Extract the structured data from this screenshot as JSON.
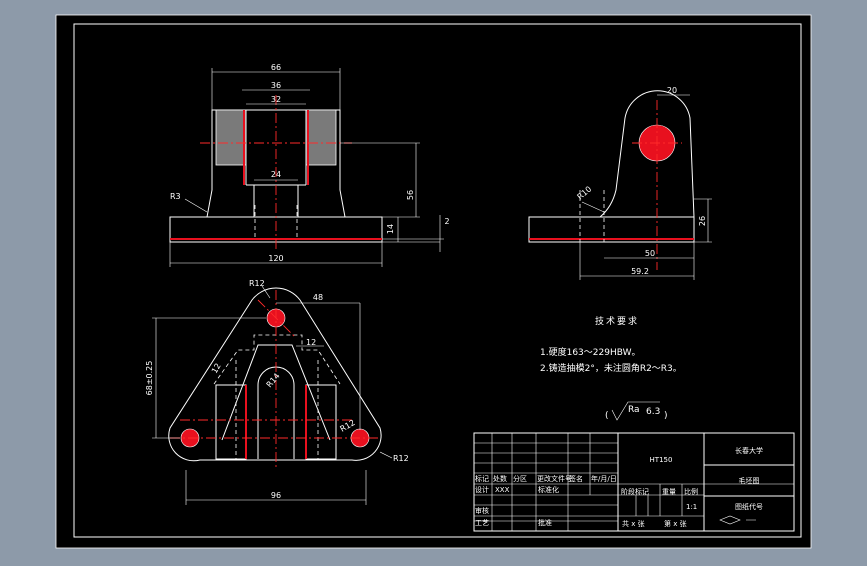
{
  "colors": {
    "background": "#8d9aa9",
    "sheet": "#000000",
    "line": "#ffffff",
    "accent": "#e8101e"
  },
  "front_view": {
    "d66": "66",
    "d36": "36",
    "d32": "32",
    "d24": "24",
    "d56": "56",
    "d14": "14",
    "d2": "2",
    "d120": "120",
    "r3": "R3"
  },
  "side_view": {
    "d20": "20",
    "r10": "R10",
    "d26": "26",
    "d50": "50",
    "d59": "59.2"
  },
  "top_view": {
    "r12_top": "R12",
    "d48": "48",
    "d12_left": "12",
    "d12_right": "12",
    "r14": "R14",
    "r12_right": "R12",
    "r12_bottom": "R12",
    "d68": "68±0.25",
    "d96": "96"
  },
  "tech": {
    "title": "技术要求",
    "line1": "1.硬度163～229HBW。",
    "line2": "2.铸造抽模2°，未注圆角R2～R3。",
    "roughness_open": "(",
    "roughness_label": "Ra",
    "roughness_value": "6.3",
    "roughness_close": ")"
  },
  "title_block": {
    "material": "HT150",
    "school": "长春大学",
    "part_name": "毛坯图",
    "drawing_code": "图纸代号",
    "h_mark": "标记",
    "h_count": "处数",
    "h_zone": "分区",
    "h_doc": "更改文件号",
    "h_sign": "签名",
    "h_date": "年/月/日",
    "design": "设计",
    "design_val": "XXX",
    "standard": "标准化",
    "stage": "阶段标记",
    "weight": "重量",
    "scale": "比例",
    "scale_val": "1:1",
    "check": "审核",
    "process": "工艺",
    "approve": "批准",
    "sheets_total": "共 x 张",
    "sheet_num": "第 x 张"
  }
}
